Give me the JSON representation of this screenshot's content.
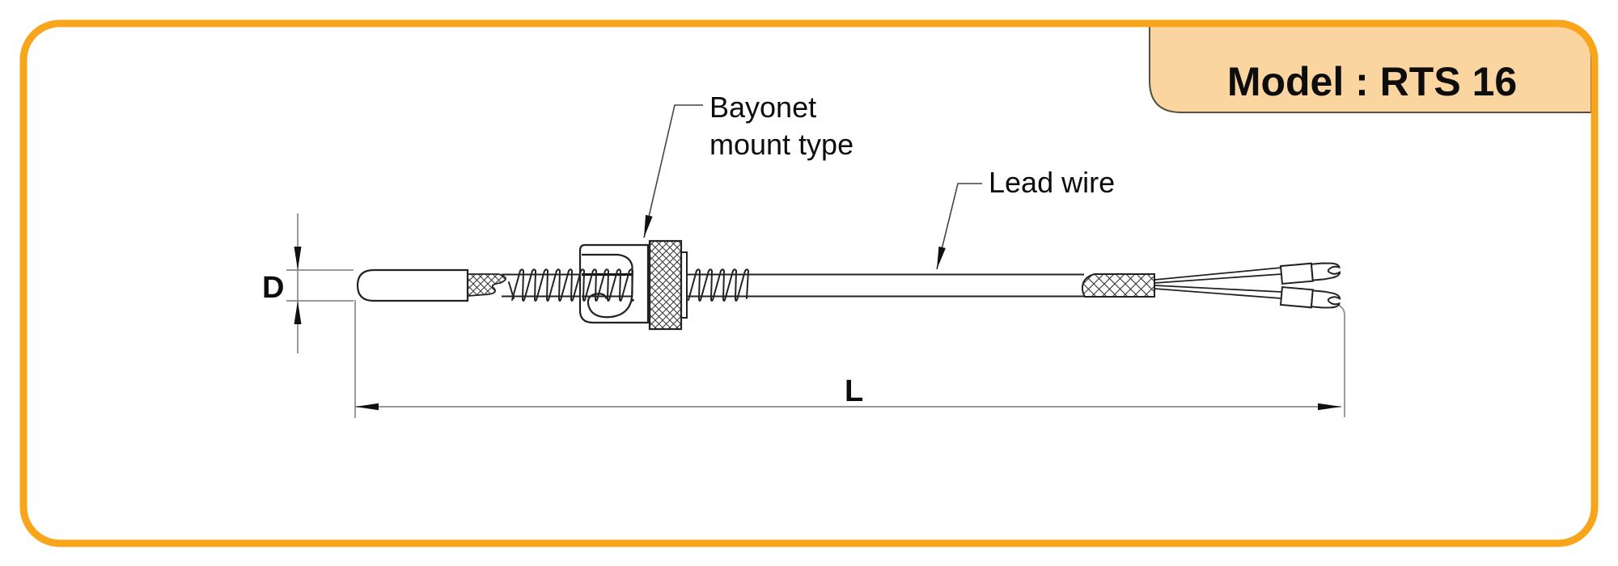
{
  "title_box": {
    "label": "Model : RTS 16",
    "fill": "#FBD5A0",
    "text_color": "#0D0D0D"
  },
  "callouts": {
    "bayonet_line1": "Bayonet",
    "bayonet_line2": "mount type",
    "lead_wire": "Lead wire"
  },
  "dimensions": {
    "diameter_label": "D",
    "length_label": "L"
  },
  "diagram_parts": [
    "sensor probe tip",
    "hatched compression sleeve",
    "protection spring left",
    "bayonet spring clip",
    "knurled bayonet nut",
    "protection spring right",
    "lead wire",
    "braided strain relief",
    "fork terminal upper",
    "fork terminal lower"
  ],
  "colors": {
    "frame_orange": "#F9A51B",
    "title_box_fill": "#FBD5A0",
    "drawing_line": "#222222",
    "dimension_gray": "#8A8A8A",
    "arrow_black": "#111111",
    "background": "#FFFFFF"
  }
}
